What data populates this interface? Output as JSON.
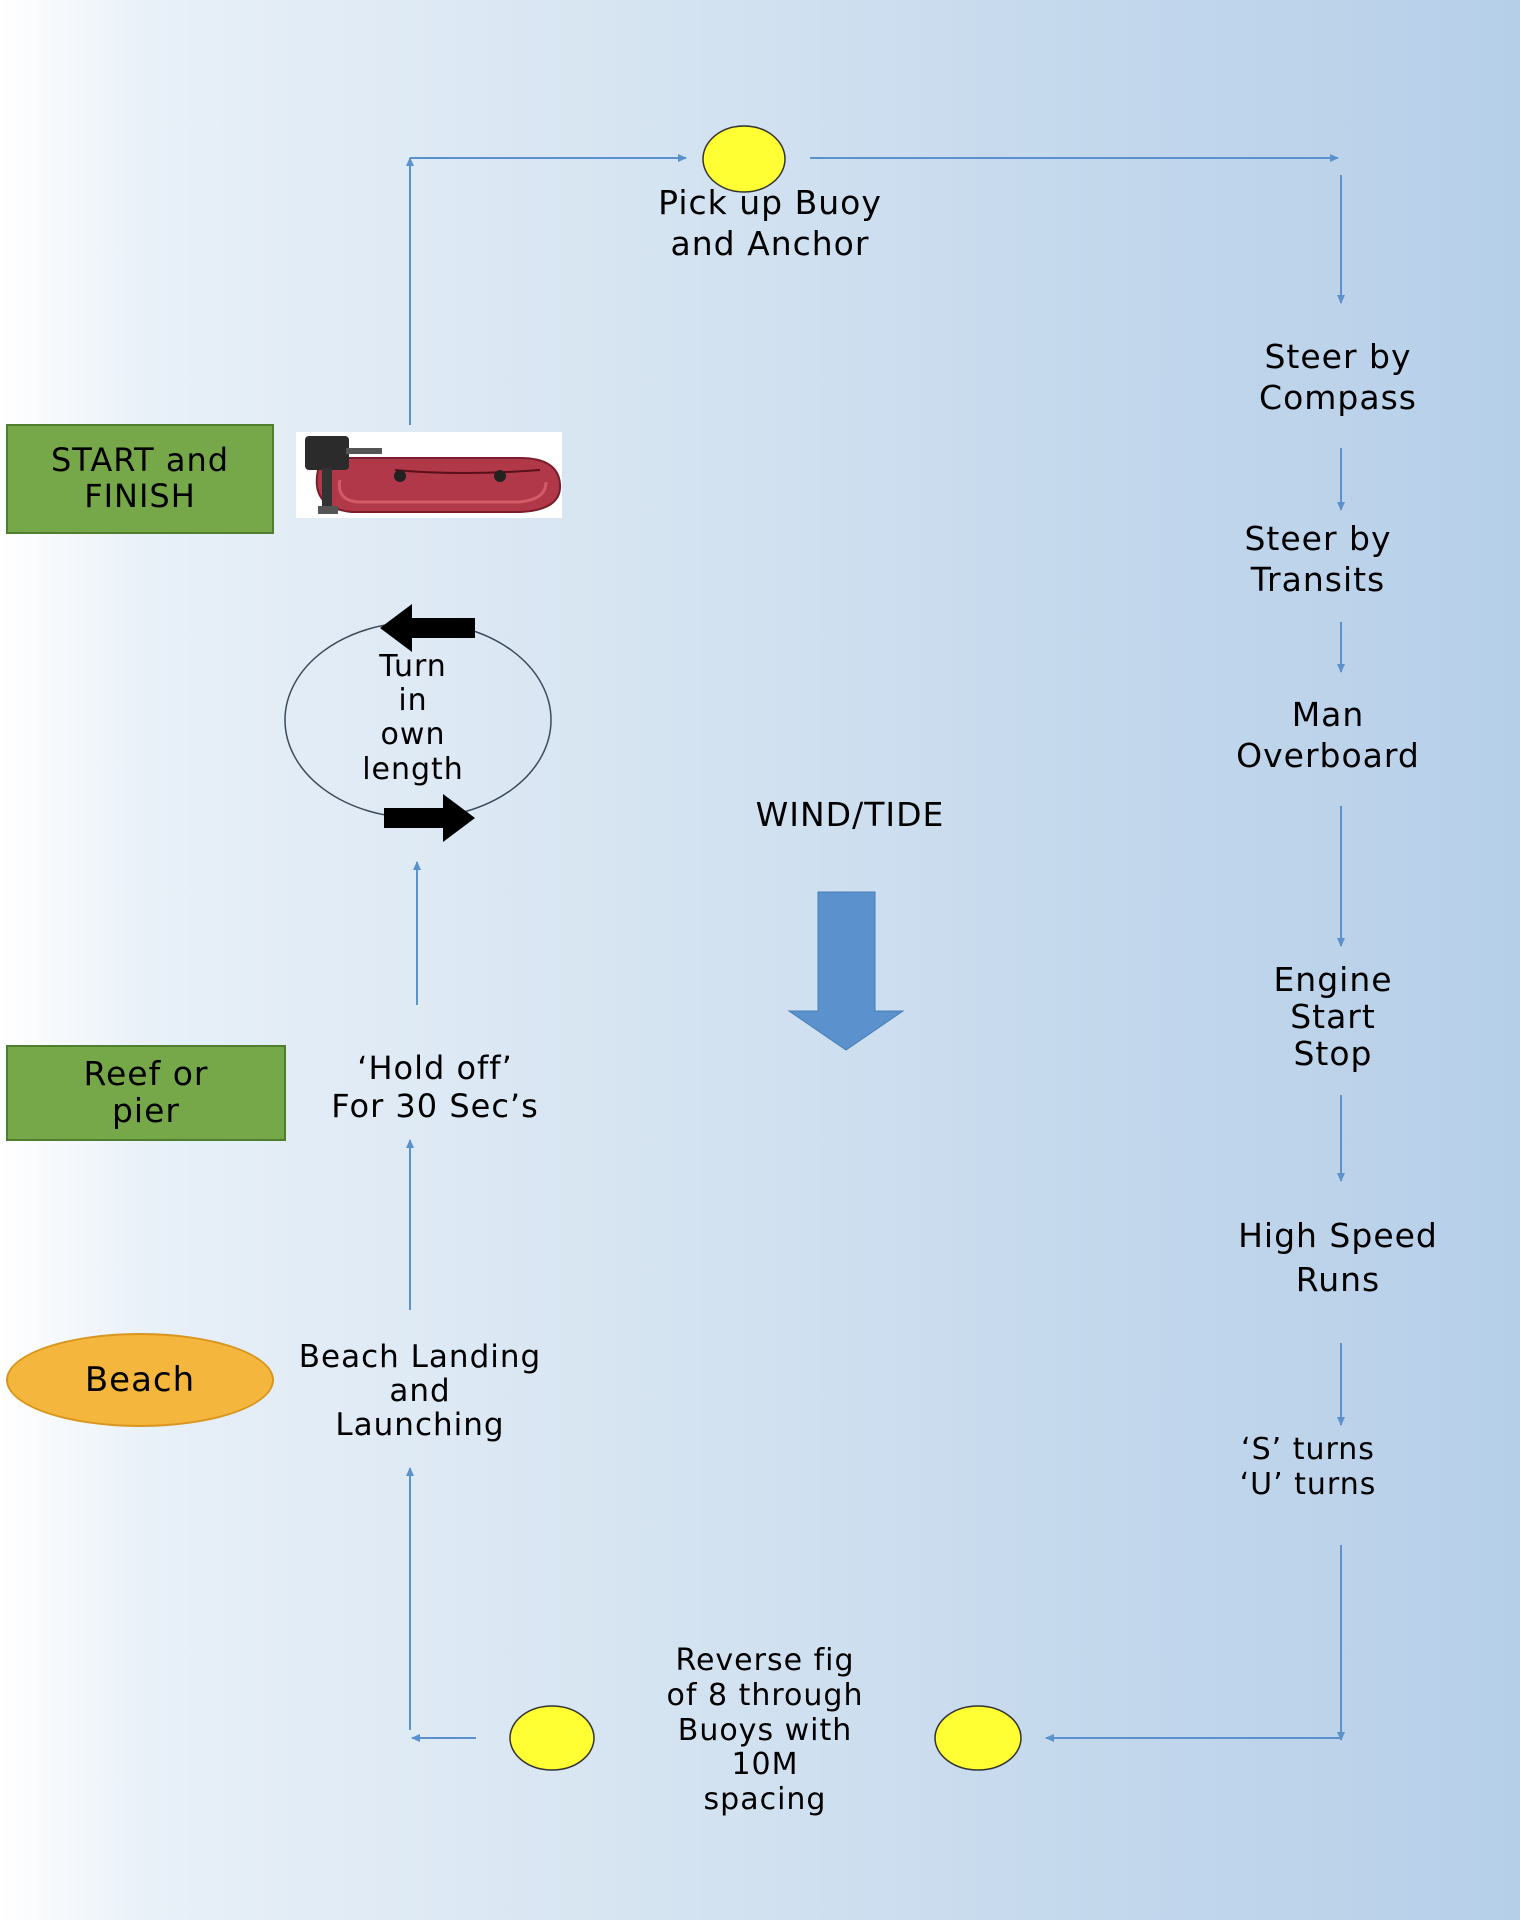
{
  "colors": {
    "connector": "#5b91cd",
    "buoy_fill": "#ffff33",
    "start_box": "#76a84a",
    "beach_oval": "#f4b63c",
    "wind_arrow": "#5b91cd"
  },
  "nodes": {
    "start_finish": "START and\nFINISH",
    "pick_up_buoy": "Pick up Buoy\nand Anchor",
    "steer_compass": "Steer by\nCompass",
    "steer_transits": "Steer by\nTransits",
    "man_overboard": "Man\nOverboard",
    "engine": "Engine\nStart\nStop",
    "high_speed": "High Speed\nRuns",
    "turns": "‘S’ turns\n‘U’ turns",
    "reverse_fig": "Reverse fig\nof 8 through\nBuoys with\n10M\nspacing",
    "beach_landing": "Beach Landing\nand\nLaunching",
    "hold_off": "‘Hold off’\nFor 30 Sec’s",
    "turn_own_length": "Turn\nin\nown\nlength",
    "wind_tide": "WIND/TIDE"
  },
  "side_labels": {
    "reef": "Reef or\npier",
    "beach": "Beach"
  },
  "icons": {
    "boat": "inflatable-boat-icon",
    "buoy": "buoy-icon",
    "wind": "wind-tide-arrow-icon"
  }
}
